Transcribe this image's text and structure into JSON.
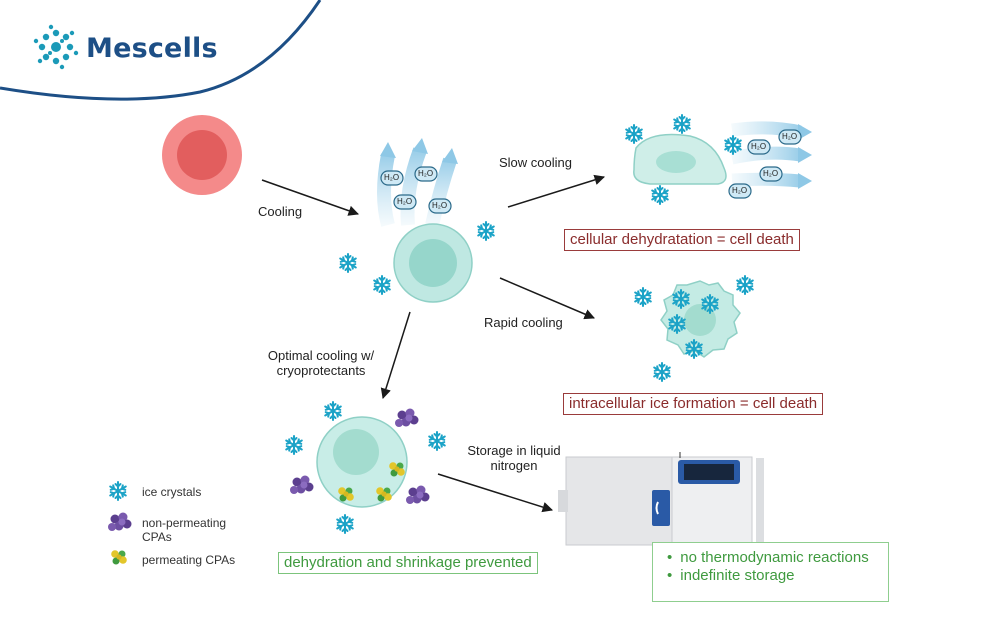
{
  "brand": {
    "name": "Mescells"
  },
  "labels": {
    "cooling": "Cooling",
    "slow_cooling": "Slow cooling",
    "rapid_cooling": "Rapid cooling",
    "optimal_cooling": "Optimal cooling w/ cryoprotectants",
    "storage": "Storage in liquid nitrogen",
    "h2o": "H₂O"
  },
  "outcomes": {
    "slow": "cellular dehydratation = cell death",
    "rapid": "intracellular ice formation = cell death",
    "optimal": "dehydration and shrinkage prevented",
    "storage_points": [
      "no thermodynamic reactions",
      "indefinite storage"
    ]
  },
  "legend": [
    {
      "label": "ice crystals",
      "icon": "snowflake-icon"
    },
    {
      "label": "non-permeating CPAs",
      "icon": "purple-cluster-icon"
    },
    {
      "label": "permeating CPAs",
      "icon": "yellow-green-cluster-icon"
    }
  ],
  "colors": {
    "brand_blue": "#1d4f86",
    "logo_teal": "#1b9ab8",
    "red_cell": "#f08080",
    "teal_cell": "#a8e0d8",
    "ice": "#1ca3c7",
    "non_permeating": "#6a4a9c",
    "permeating_yellow": "#e0c42a",
    "permeating_green": "#4aa84a",
    "death_red": "#9a3b3b",
    "ok_green": "#4aa84a"
  }
}
